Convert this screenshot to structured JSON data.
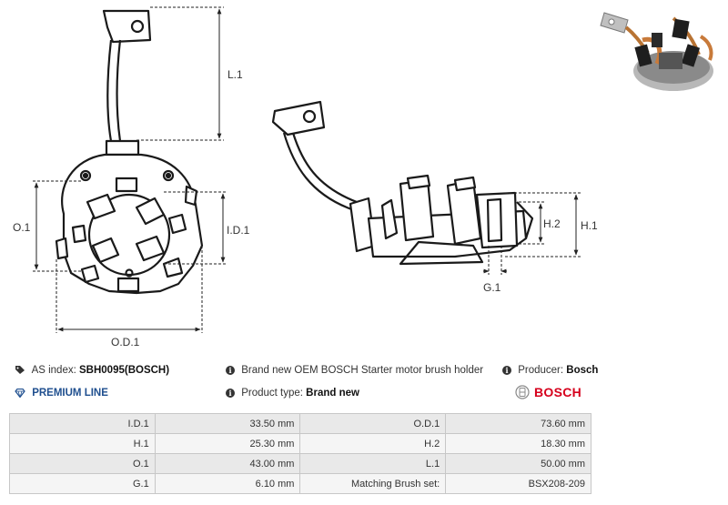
{
  "dimension_labels": {
    "l1": "L.1",
    "o1": "O.1",
    "id1": "I.D.1",
    "od1": "O.D.1",
    "h1": "H.1",
    "h2": "H.2",
    "g1": "G.1"
  },
  "info": {
    "as_index_label": "AS index:",
    "as_index_value": "SBH0095(BOSCH)",
    "description": "Brand new OEM BOSCH Starter motor brush holder",
    "producer_label": "Producer:",
    "producer_value": "Bosch",
    "premium_line": "PREMIUM LINE",
    "product_type_label": "Product type:",
    "product_type_value": "Brand new",
    "brand_logo_text": "BOSCH"
  },
  "specs": [
    [
      {
        "label": "I.D.1",
        "value": "33.50 mm"
      },
      {
        "label": "O.D.1",
        "value": "73.60 mm"
      }
    ],
    [
      {
        "label": "H.1",
        "value": "25.30 mm"
      },
      {
        "label": "H.2",
        "value": "18.30 mm"
      }
    ],
    [
      {
        "label": "O.1",
        "value": "43.00 mm"
      },
      {
        "label": "L.1",
        "value": "50.00 mm"
      }
    ],
    [
      {
        "label": "G.1",
        "value": "6.10 mm"
      },
      {
        "label": "Matching Brush set:",
        "value": "BSX208-209"
      }
    ]
  ],
  "icons": {
    "tag": "tag-icon",
    "info": "info-icon",
    "diamond": "diamond-icon",
    "brand": "bosch-logo-icon"
  },
  "colors": {
    "accent_blue": "#1f4f8f",
    "bosch_red": "#d6001c",
    "row_dark": "#e9e9e9",
    "row_light": "#f5f5f5",
    "border": "#c7c7c7"
  }
}
